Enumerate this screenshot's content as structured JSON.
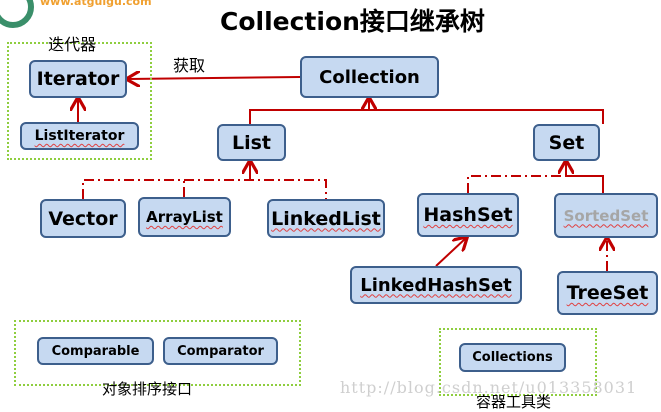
{
  "title": "Collection接口继承树",
  "logo_text": "www.atguigu.com",
  "watermark": "http://blog.csdn.net/u013358031",
  "colors": {
    "box_fill": "#c6d9f1",
    "box_border": "#3d5f8c",
    "arrow": "#c00000",
    "group_frame": "#8fce3f"
  },
  "groups": {
    "iterator_group": "迭代器",
    "compare_group": "对象排序接口",
    "tools_group": "容器工具类"
  },
  "edge_labels": {
    "get": "获取"
  },
  "nodes": {
    "iterator": "Iterator",
    "list_iterator": "ListIterator",
    "collection": "Collection",
    "list": "List",
    "set": "Set",
    "vector": "Vector",
    "array_list": "ArrayList",
    "linked_list": "LinkedList",
    "hash_set": "HashSet",
    "sorted_set": "SortedSet",
    "linked_hash_set": "LinkedHashSet",
    "tree_set": "TreeSet",
    "comparable": "Comparable",
    "comparator": "Comparator",
    "collections": "Collections"
  }
}
